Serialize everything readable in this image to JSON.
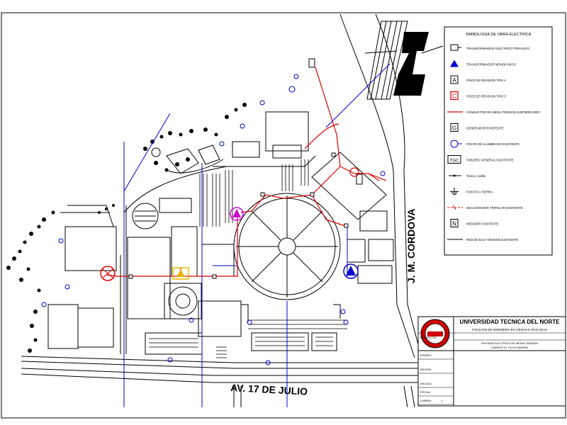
{
  "map": {
    "street_bottom": "AV. 17 DE JULIO",
    "street_right": "J. M. CORDOVA",
    "north_glyph": "Z"
  },
  "legend": {
    "title": "SIMBOLOGIA DE OBRA ELECTRICA",
    "items": [
      {
        "symbol": "transformer-box",
        "text": "TRANSFORMADOR ELECTRICO TRIFASICO"
      },
      {
        "symbol": "triangle-blue",
        "text": "TRANSFORMADOR MONOFASICO"
      },
      {
        "symbol": "box-a",
        "text": "POZO DE REVISION TIPO A"
      },
      {
        "symbol": "box-c",
        "text": "POZO DE REVISION TIPO C"
      },
      {
        "symbol": "red-line",
        "text": "CONDUCTOR DE MEDIA TENSION SUBTERRANEO"
      },
      {
        "symbol": "box-g",
        "text": "GENERADOR EXISTENTE"
      },
      {
        "symbol": "circle-blue",
        "text": "POSTE DE ALUMBRADO EXISTENTE"
      },
      {
        "symbol": "box-tgc",
        "text": "TABLERO GENERAL EXISTENTE"
      },
      {
        "symbol": "ground-rod",
        "text": "Tierra y varilla"
      },
      {
        "symbol": "ground",
        "text": "PUESTA A TIERRA"
      },
      {
        "symbol": "dash-red",
        "text": "SECCIONADOR TRIPOLAR EXISTENTE"
      },
      {
        "symbol": "box-n",
        "text": "MEDIDOR EXISTENTE"
      },
      {
        "symbol": "line",
        "text": "RED DE BAJA TENSION EXISTENTE"
      }
    ]
  },
  "title_block": {
    "university": "UNIVERSIDAD TECNICA DEL NORTE",
    "faculty": "FACULTAD DE INGENIERIA EN CIENCIAS APLICADAS",
    "logo_text": "UTN",
    "row_label": "PROYECTO:",
    "project_line1": "SISTEMA ELECTRICO DE MEDIA TENSION",
    "project_line2": "CAMPUS EL OLIVO IBARRA",
    "fields": [
      {
        "label": "DISEÑO:",
        "value": ""
      },
      {
        "label": "REVISO:",
        "value": ""
      },
      {
        "label": "ESCALA:",
        "value": ""
      },
      {
        "label": "FECHA:",
        "value": ""
      },
      {
        "label": "LAMINA:",
        "value": "1"
      }
    ]
  }
}
